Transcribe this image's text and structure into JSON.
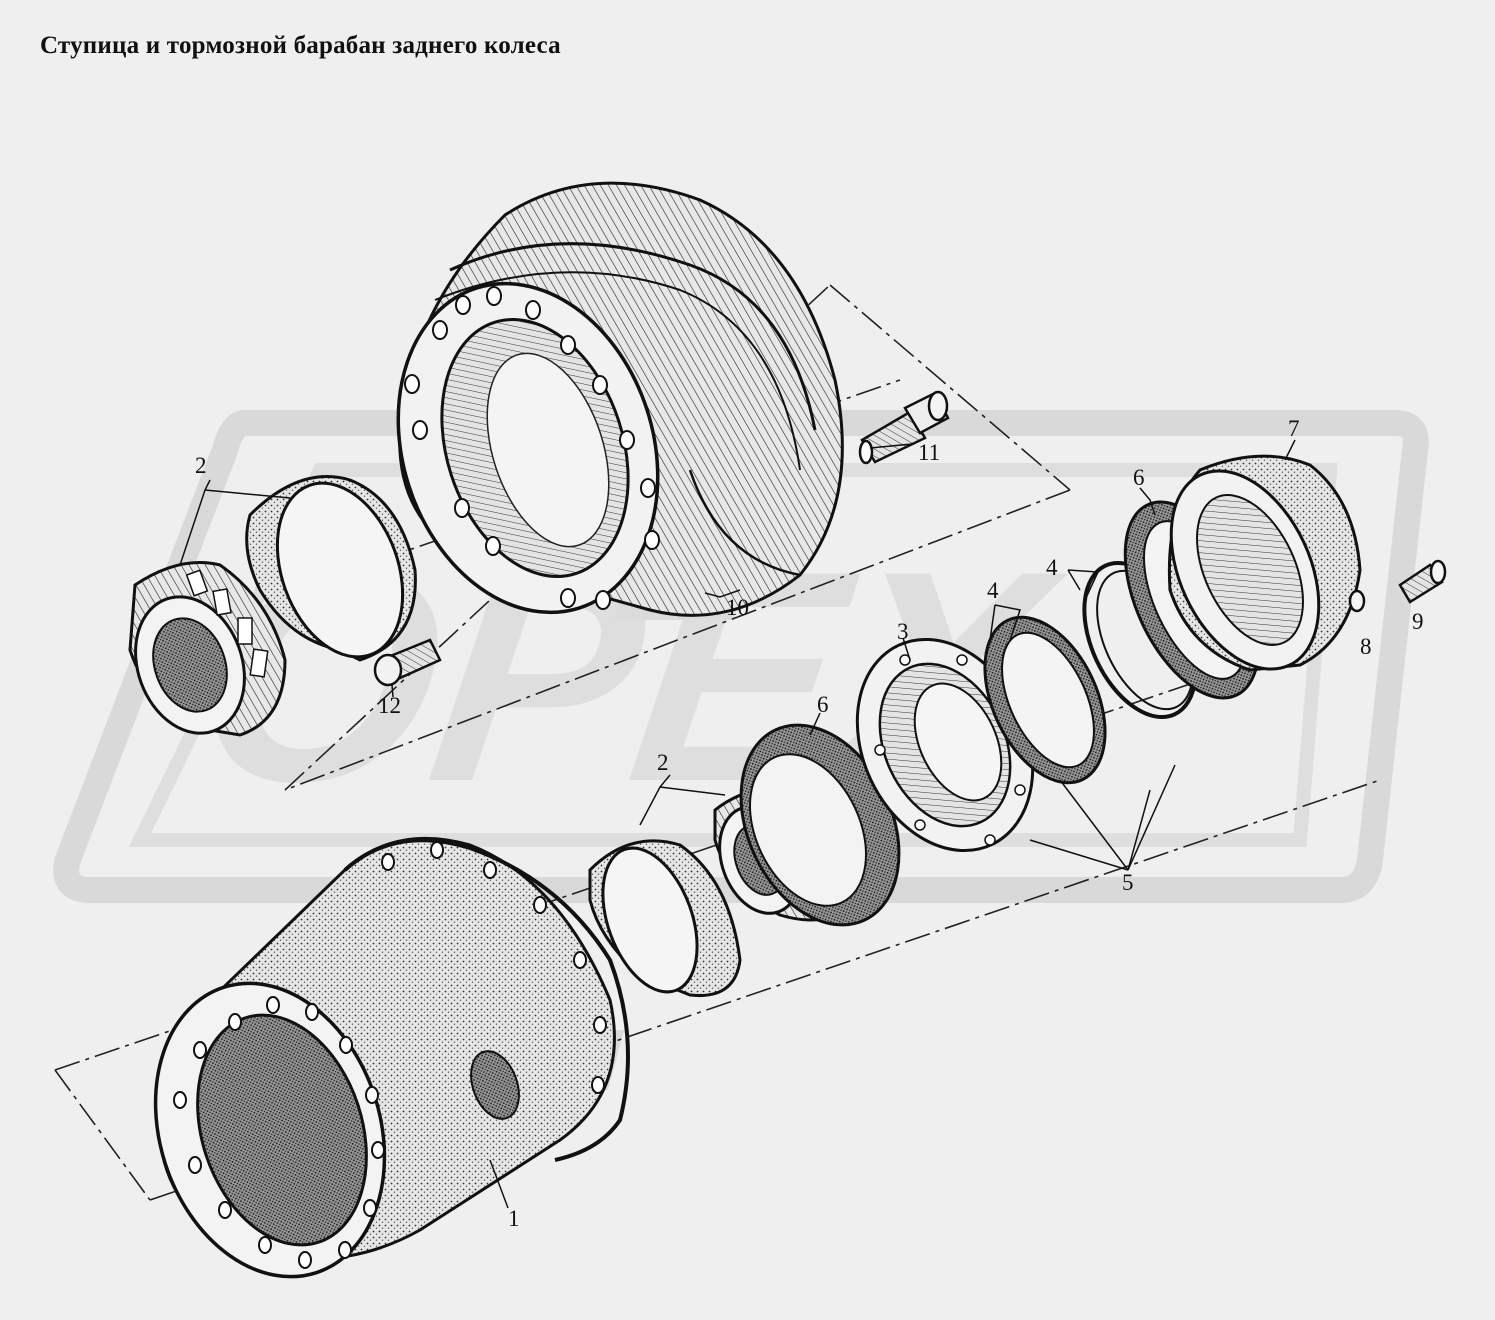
{
  "title": "Ступица и тормозной барабан заднего колеса",
  "watermark": {
    "text": "ОРЕХ",
    "color": "#d7d7d7"
  },
  "colors": {
    "background": "#f0efef",
    "line": "#111111"
  },
  "callouts": {
    "c1": "1",
    "c2a": "2",
    "c2b": "2",
    "c3": "3",
    "c4a": "4",
    "c4b": "4",
    "c5": "5",
    "c6a": "6",
    "c6b": "6",
    "c7": "7",
    "c8": "8",
    "c9": "9",
    "c10": "10",
    "c11": "11",
    "c12": "12"
  }
}
